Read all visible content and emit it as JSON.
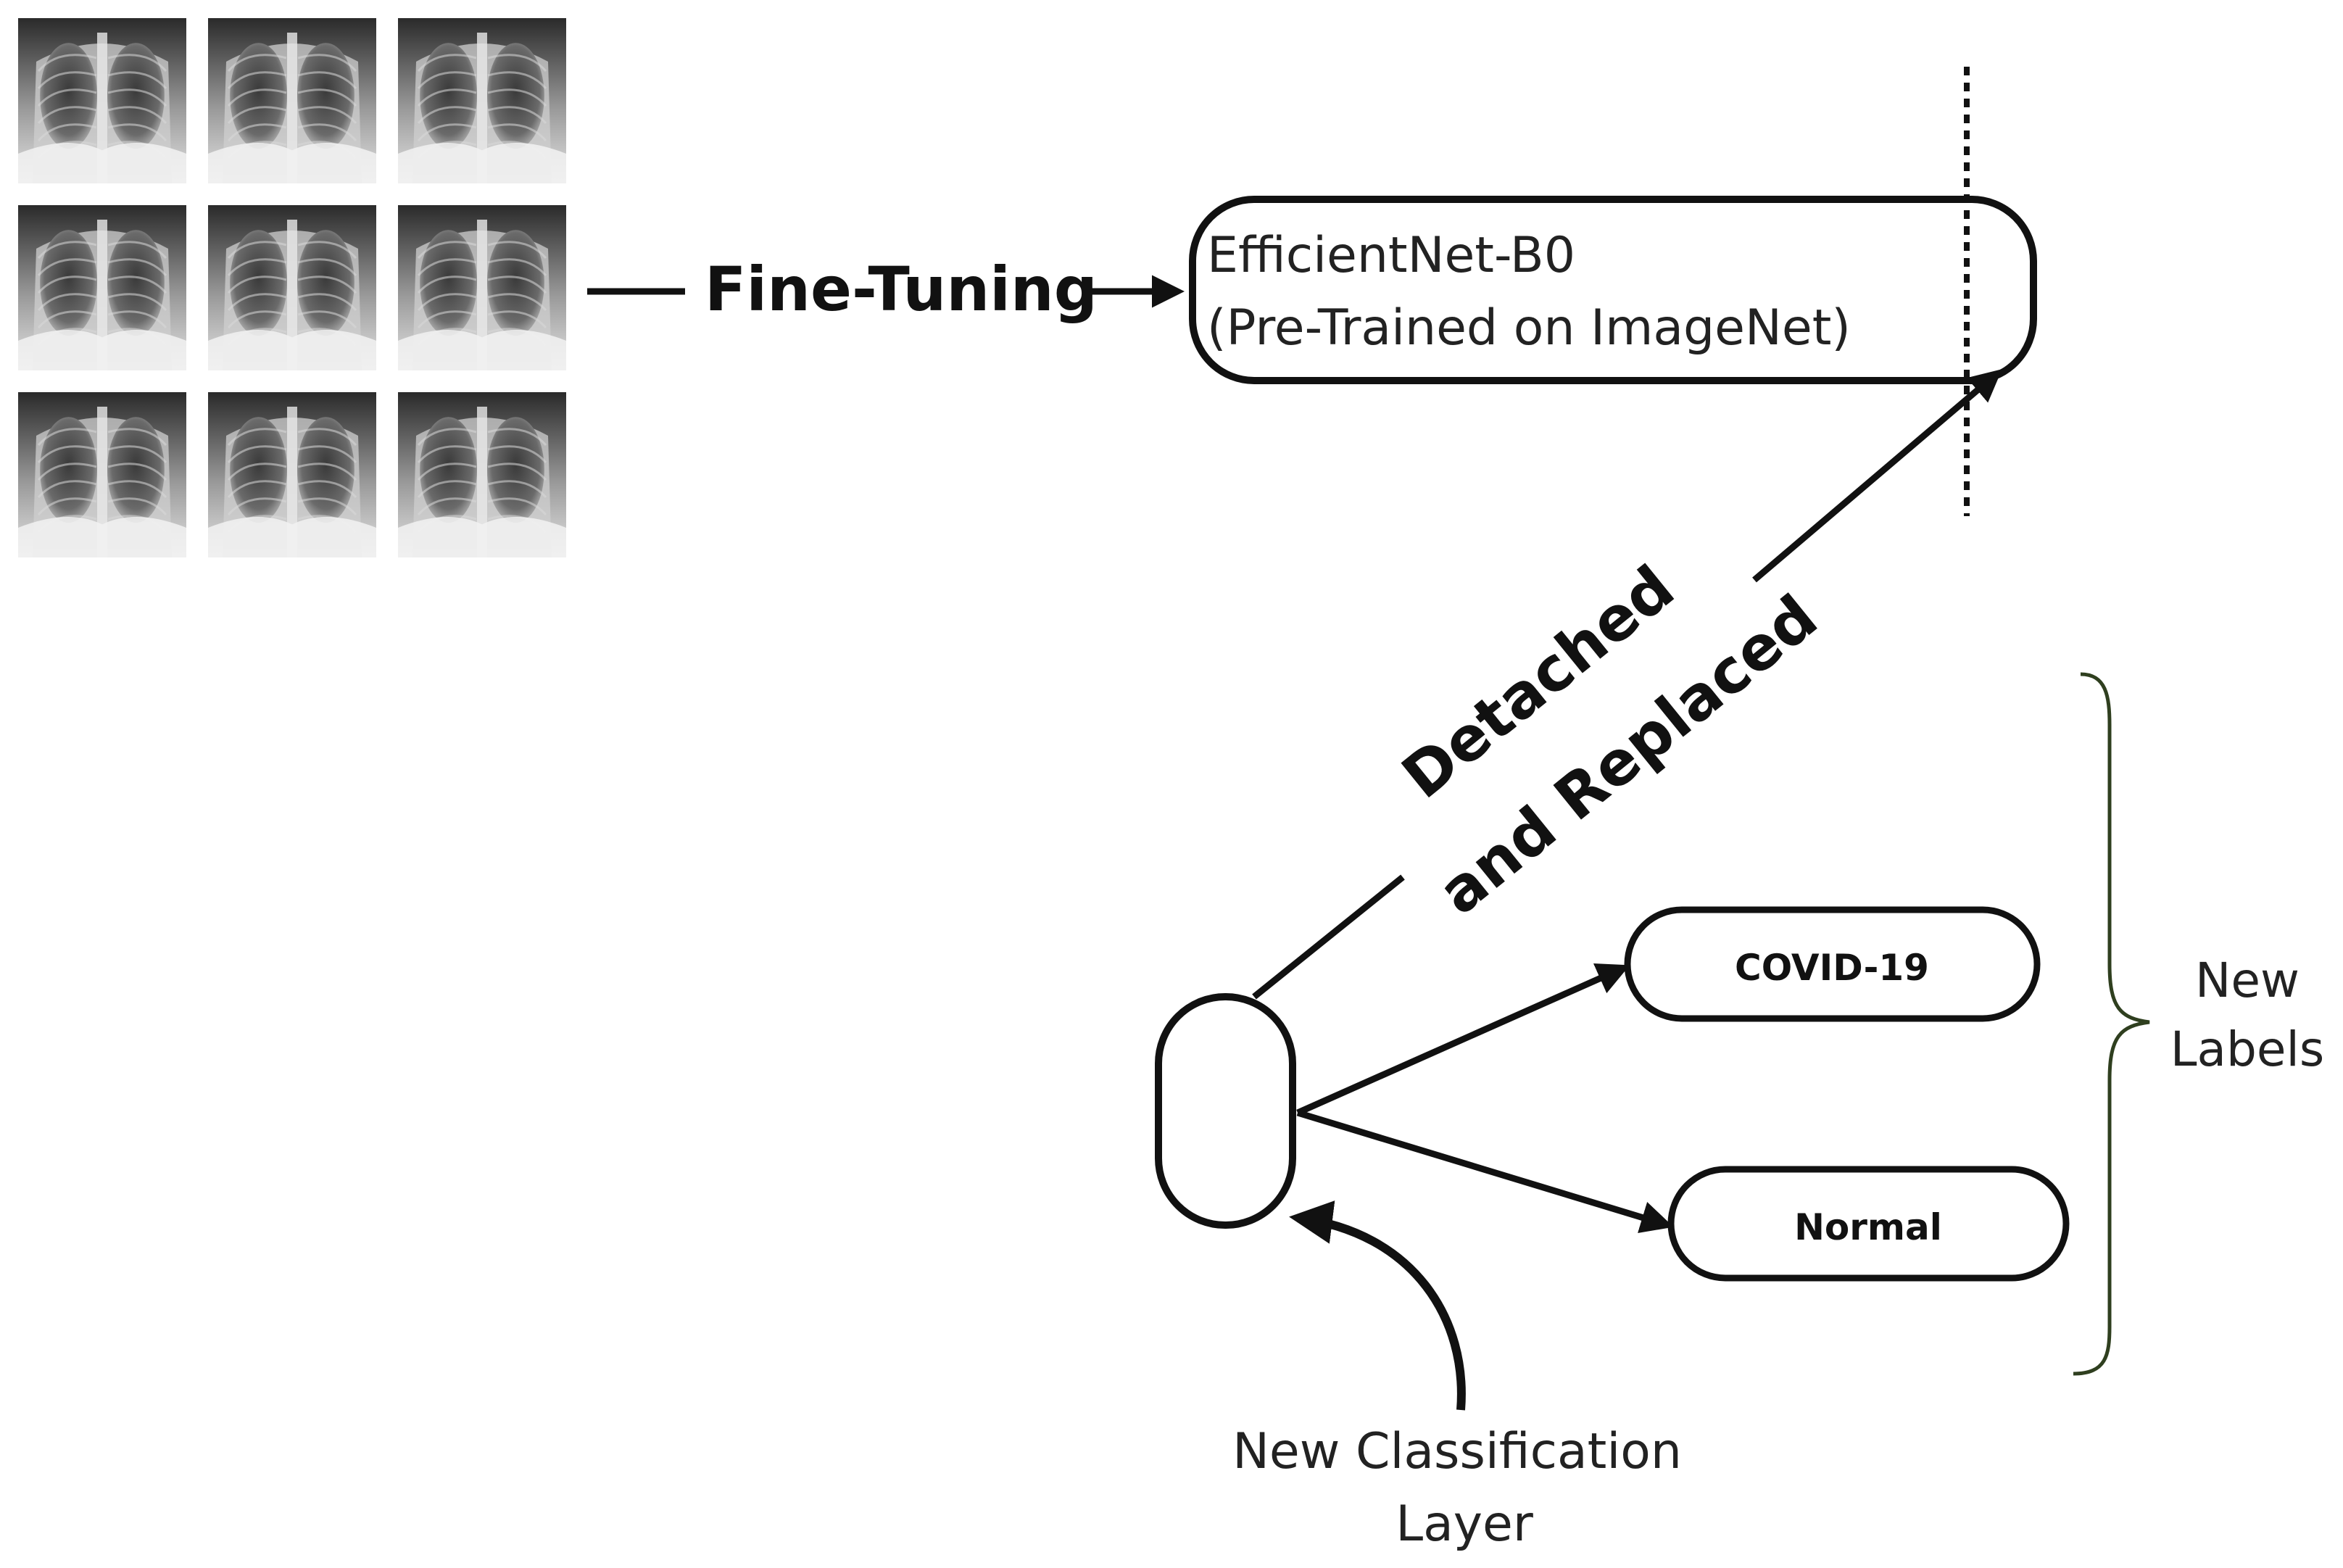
{
  "images": {
    "grid_description": "3x3 chest X-ray thumbnails",
    "count": 9
  },
  "arrow_fine_tuning": {
    "label": "Fine-Tuning"
  },
  "model_box": {
    "line1": "EfficientNet-B0",
    "line2": "(Pre-Trained on ImageNet)"
  },
  "detach_label": {
    "line1": "Detached",
    "line2": "and Replaced"
  },
  "labels": {
    "covid": "COVID-19",
    "normal": "Normal"
  },
  "brace_label": {
    "line1": "New",
    "line2": "Labels"
  },
  "classification_label": {
    "line1": "New Classification",
    "line2": "Layer"
  },
  "colors": {
    "stroke": "#111111",
    "brace": "#2f3f1f",
    "xray_dark": "#1a1a1a",
    "xray_light": "#dcdcdc"
  }
}
